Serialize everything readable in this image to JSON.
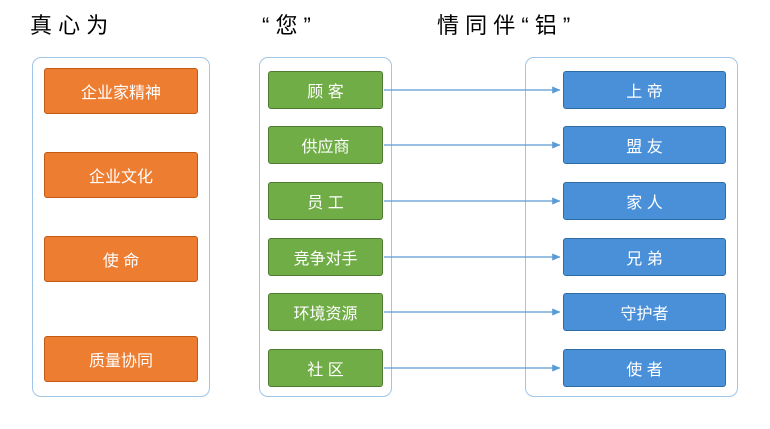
{
  "header": {
    "segments": [
      {
        "text": "真 心 为",
        "position": "left"
      },
      {
        "text": "“ 您 ”",
        "position": "middle"
      },
      {
        "text": "情 同 伴 “ 铝 ”",
        "position": "right"
      }
    ]
  },
  "colors": {
    "orange": "#ed7d31",
    "green": "#70ad47",
    "blue": "#4a90d9",
    "panel_border": "#9fc5e8",
    "arrow": "#5b9bd5",
    "text": "#000000",
    "box_text": "#ffffff"
  },
  "columns": {
    "left": {
      "name": "values-column",
      "items": [
        {
          "label": "企业家精神"
        },
        {
          "label": "企业文化"
        },
        {
          "label": "使 命"
        },
        {
          "label": "质量协同"
        }
      ]
    },
    "middle": {
      "name": "stakeholders-column",
      "items": [
        {
          "label": "顾 客"
        },
        {
          "label": "供应商"
        },
        {
          "label": "员 工"
        },
        {
          "label": "竞争对手"
        },
        {
          "label": "环境资源"
        },
        {
          "label": "社 区"
        }
      ]
    },
    "right": {
      "name": "roles-column",
      "items": [
        {
          "label": "上 帝"
        },
        {
          "label": "盟 友"
        },
        {
          "label": "家 人"
        },
        {
          "label": "兄 弟"
        },
        {
          "label": "守护者"
        },
        {
          "label": "使 者"
        }
      ]
    }
  },
  "connectors": {
    "count": 6,
    "direction": "middle-to-right"
  }
}
